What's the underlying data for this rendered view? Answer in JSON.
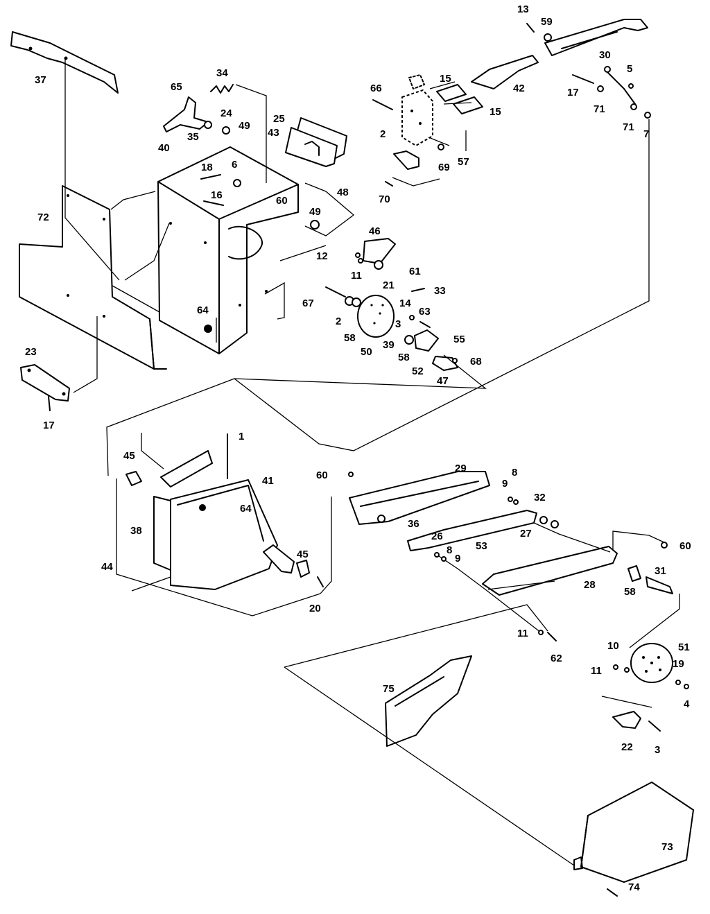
{
  "diagram": {
    "labels": [
      "1",
      "2",
      "2",
      "3",
      "3",
      "4",
      "5",
      "6",
      "7",
      "8",
      "8",
      "9",
      "9",
      "10",
      "11",
      "11",
      "11",
      "12",
      "13",
      "14",
      "15",
      "15",
      "16",
      "17",
      "17",
      "18",
      "19",
      "20",
      "21",
      "22",
      "23",
      "24",
      "25",
      "26",
      "27",
      "28",
      "29",
      "30",
      "31",
      "32",
      "33",
      "34",
      "35",
      "36",
      "37",
      "38",
      "39",
      "40",
      "41",
      "42",
      "43",
      "44",
      "45",
      "45",
      "46",
      "47",
      "48",
      "49",
      "49",
      "50",
      "51",
      "52",
      "53",
      "55",
      "57",
      "58",
      "58",
      "58",
      "59",
      "60",
      "60",
      "60",
      "61",
      "62",
      "63",
      "64",
      "64",
      "65",
      "66",
      "67",
      "68",
      "69",
      "70",
      "71",
      "71",
      "72",
      "73",
      "74",
      "75"
    ]
  }
}
